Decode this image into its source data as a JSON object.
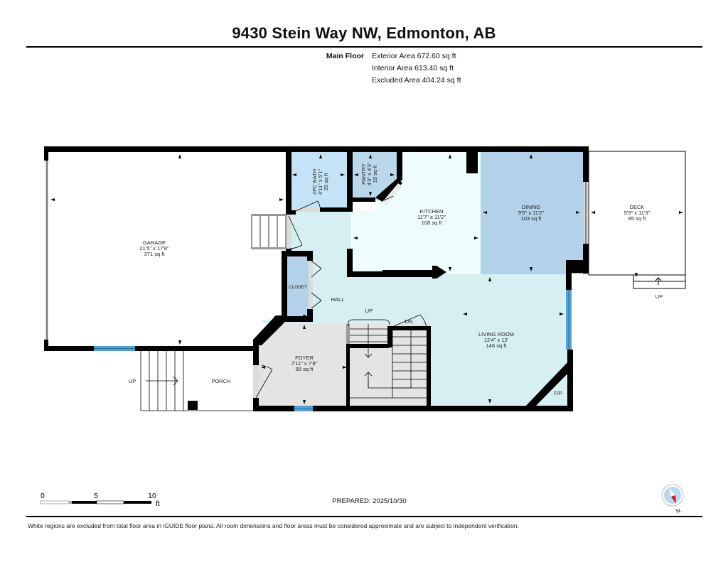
{
  "header": {
    "title": "9430 Stein Way NW, Edmonton, AB"
  },
  "floor_summary": {
    "floor_label": "Main Floor",
    "exterior_area": "Exterior Area 672.60 sq ft",
    "interior_area": "Interior Area 613.40 sq ft",
    "excluded_area": "Excluded Area 404.24 sq ft"
  },
  "rooms": {
    "garage": {
      "name": "GARAGE",
      "dims": "21'5\" x 17'8\"",
      "area": "371 sq ft"
    },
    "bath": {
      "name": "2PC BATH",
      "dims": "4'11\" x 5'1\"",
      "area": "25 sq ft"
    },
    "pantry": {
      "name": "PANTRY",
      "dims": "4'3\" x 4'3\"",
      "area": "15 sq ft"
    },
    "kitchen": {
      "name": "KITCHEN",
      "dims": "11'7\" x 11'2\"",
      "area": "108 sq ft"
    },
    "dining": {
      "name": "DINING",
      "dims": "9'5\" x 11'2\"",
      "area": "103 sq ft"
    },
    "deck": {
      "name": "DECK",
      "dims": "5'9\" x 11'3\"",
      "area": "95 sq ft"
    },
    "closet": {
      "name": "CLOSET"
    },
    "hall": {
      "name": "HALL"
    },
    "living": {
      "name": "LIVING ROOM",
      "dims": "12'4\" x 12'",
      "area": "146 sq ft"
    },
    "foyer": {
      "name": "FOYER",
      "dims": "7'11\" x 7'8\"",
      "area": "55 sq ft"
    },
    "porch": {
      "name": "PORCH"
    },
    "fireplace": {
      "name": "F/P"
    }
  },
  "stair_labels": {
    "hall_up": "UP",
    "hall_down": "DN",
    "porch_up": "UP",
    "deck_up": "UP"
  },
  "scale_bar": {
    "ticks": [
      "0",
      "5",
      "10"
    ],
    "unit": "ft"
  },
  "compass": {
    "north_label": "N"
  },
  "footer": {
    "prepared": "PREPARED: 2025/10/30",
    "disclaimer": "White regions are excluded from total floor area in iGUIDE floor plans. All room dimensions and floor areas must be considered approximate and are subject to independent verification."
  },
  "colors": {
    "wall": "#000000",
    "bath_fill": "#c4e3f7",
    "pantry_fill": "#b9d8ec",
    "kitchen_fill": "#eefcfc",
    "dining_fill": "#b3d1e8",
    "living_fill": "#d6eff1",
    "closet_fill": "#b3d1e8",
    "foyer_fill": "#e4e4e4",
    "window": "#4fa3d8"
  }
}
